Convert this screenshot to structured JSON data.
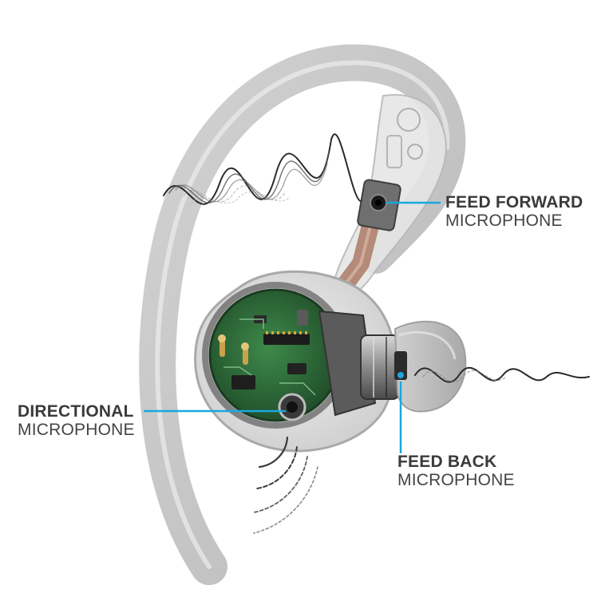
{
  "colors": {
    "callout_line": "#1aa7de",
    "headphone_shell": "#c9c9c9",
    "pcb_green": "#2f6b3a",
    "copper_flex": "#b48a78",
    "label_text": "#3a3a3a"
  },
  "callouts": {
    "feed_forward": {
      "title": "FEED FORWARD",
      "subtitle": "MICROPHONE"
    },
    "directional": {
      "title": "DIRECTIONAL",
      "subtitle": "MICROPHONE"
    },
    "feed_back": {
      "title": "FEED BACK",
      "subtitle": "MICROPHONE"
    }
  }
}
